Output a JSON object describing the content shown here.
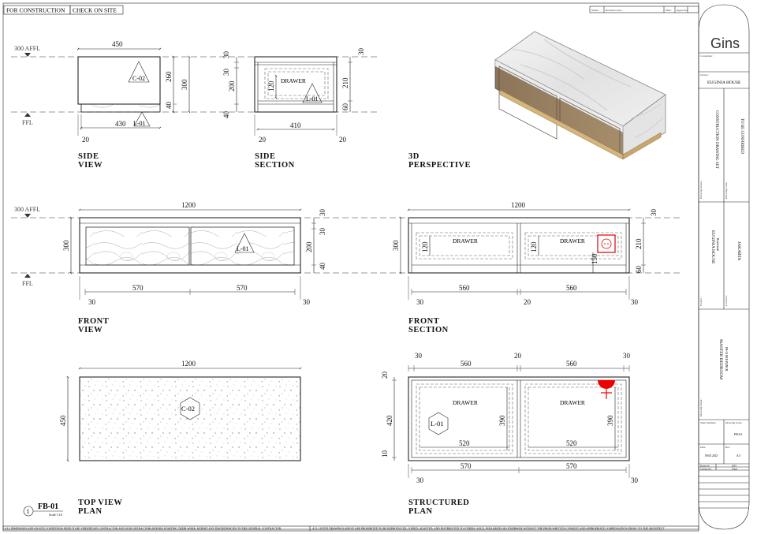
{
  "header": {
    "stamp_construction": "FOR CONSTRUCTION",
    "stamp_check": "CHECK ON SITE"
  },
  "levels": {
    "affl": "300 AFFL",
    "ffl": "FFL"
  },
  "side_view": {
    "title_1": "SIDE",
    "title_2": "VIEW",
    "dim_top": "450",
    "dim_bottom": "430",
    "dim_toe": "20",
    "dim_h1": "260",
    "dim_h2": "40",
    "dim_total": "300",
    "tag_material": "C-02",
    "tag_legs": "L-01"
  },
  "side_section": {
    "title_1": "SIDE",
    "title_2": "SECTION",
    "dim_l1": "30",
    "dim_l2": "30",
    "dim_l3": "200",
    "dim_l4": "40",
    "dim_inner": "120",
    "dim_r1": "30",
    "dim_r2": "210",
    "dim_r3": "60",
    "dim_bottom": "410",
    "dim_toe_l": "20",
    "dim_toe_r": "20",
    "drawer_label": "DRAWER",
    "tag_legs": "L-01"
  },
  "perspective": {
    "title_1": "3D",
    "title_2": "PERSPECTIVE"
  },
  "front_view": {
    "title_1": "FRONT",
    "title_2": "VIEW",
    "dim_top": "1200",
    "dim_height": "300",
    "dim_r1": "30",
    "dim_r2": "30",
    "dim_r3": "200",
    "dim_r4": "40",
    "dim_b1": "570",
    "dim_b2": "570",
    "dim_end_l": "30",
    "dim_end_r": "30",
    "tag_legs": "L-01"
  },
  "front_section": {
    "title_1": "FRONT",
    "title_2": "SECTION",
    "dim_top": "1200",
    "dim_height": "300",
    "drawer_1": "DRAWER",
    "drawer_2": "DRAWER",
    "dim_inner_1": "120",
    "dim_inner_2": "120",
    "dim_socket": "150",
    "dim_r1": "30",
    "dim_r2": "210",
    "dim_r3": "60",
    "dim_b1": "560",
    "dim_b2": "560",
    "dim_end_l": "30",
    "dim_mid": "20",
    "dim_end_r": "30"
  },
  "top_view": {
    "title_1": "TOP VIEW",
    "title_2": "PLAN",
    "dim_top": "1200",
    "dim_depth": "450",
    "tag_material": "C-02"
  },
  "structured_plan": {
    "title_1": "STRUCTURED",
    "title_2": "PLAN",
    "dim_t1": "30",
    "dim_t2": "560",
    "dim_t3": "20",
    "dim_t4": "560",
    "dim_t5": "30",
    "dim_l1": "20",
    "dim_l2": "420",
    "dim_l3": "10",
    "drawer_1": "DRAWER",
    "drawer_2": "DRAWER",
    "dim_depth_1": "390",
    "dim_depth_2": "390",
    "dim_inner_1": "520",
    "dim_inner_2": "520",
    "dim_b1": "570",
    "dim_b2": "570",
    "dim_end_l": "30",
    "dim_end_r": "30",
    "tag_legs": "L-01"
  },
  "drawing_id": {
    "number": "1",
    "code": "FB-01",
    "scale": "Scale 1:10"
  },
  "footer": {
    "note_left": "ALL DIMENSION AND ON SITE CONDITIONS NEED TO BE VERIFIED BY CONTRACTOR AND SUBCONTRACTORS BEFORE STARTING THEIR WORK. REPORT ANY DISCREPANCIES TO THE GENERAL CONTRACTOR.",
    "note_right": "ALL LISTED DRAWINGS ABOVE ARE PROHIBITED TO BE REPRODUCED, COPIED, ADAPTED, AND DISTRIBUTED TO OTHERS, SOLD, PUBLISHED OR OTHERWISE WITHOUT THE PRIOR WRITTEN CONSENT AND APPROPRIATE COMPENSATION FROM / TO THE ARCHITECT."
  },
  "revision": {
    "status": "Status:",
    "status_val": "Revision xxxx",
    "date": "Date:",
    "approved": "Approved"
  },
  "titleblock": {
    "logo": "Gins",
    "consultant_label": "Consultant :",
    "owner_label": "Owner :",
    "owner_name": "EUGINIA HOUSE",
    "drawing_status_label": "Drawing Status :",
    "drawing_status": "CONSTRUCTION DRAWING SET",
    "drawing_code_label": "Drawing Code :",
    "drawing_code": "TO BE CONFIRMED",
    "project_label": "Project :",
    "project_name": "EUGINIA HOUSE",
    "project_sub": "Residential",
    "location_label": "Location :",
    "location": "JAKARTA",
    "drawing_name_label": "Drawing Name :",
    "drawing_name": "MASTER BEDROOM",
    "drawing_name_sub": "FB-01 BED BENCH",
    "sheet_number_label": "Sheet Number",
    "drawing_scale_label": "Drawing Scale",
    "sheet_number": "FB-01",
    "date_label": "Date",
    "rev_label": "Rev",
    "date_val": "09.05.2023",
    "rev_val": "A/1",
    "drawn_by": "Drawn by",
    "drawn_val": "GNS",
    "checked_by": "Checked by",
    "checked_val": "Name"
  }
}
